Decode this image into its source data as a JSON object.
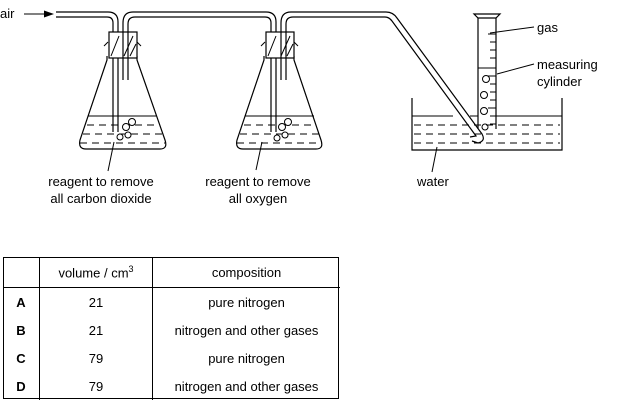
{
  "diagram": {
    "labels": {
      "air": "air",
      "reagent1_line1": "reagent to remove",
      "reagent1_line2": "all carbon dioxide",
      "reagent2_line1": "reagent to remove",
      "reagent2_line2": "all oxygen",
      "water": "water",
      "gas": "gas",
      "cylinder_line1": "measuring",
      "cylinder_line2": "cylinder"
    }
  },
  "table": {
    "headers": [
      "",
      "volume / cm",
      "composition"
    ],
    "volume_unit_superscript": "3",
    "rows": [
      {
        "option": "A",
        "volume": "21",
        "composition": "pure nitrogen"
      },
      {
        "option": "B",
        "volume": "21",
        "composition": "nitrogen and other gases"
      },
      {
        "option": "C",
        "volume": "79",
        "composition": "pure nitrogen"
      },
      {
        "option": "D",
        "volume": "79",
        "composition": "nitrogen and other gases"
      }
    ]
  }
}
